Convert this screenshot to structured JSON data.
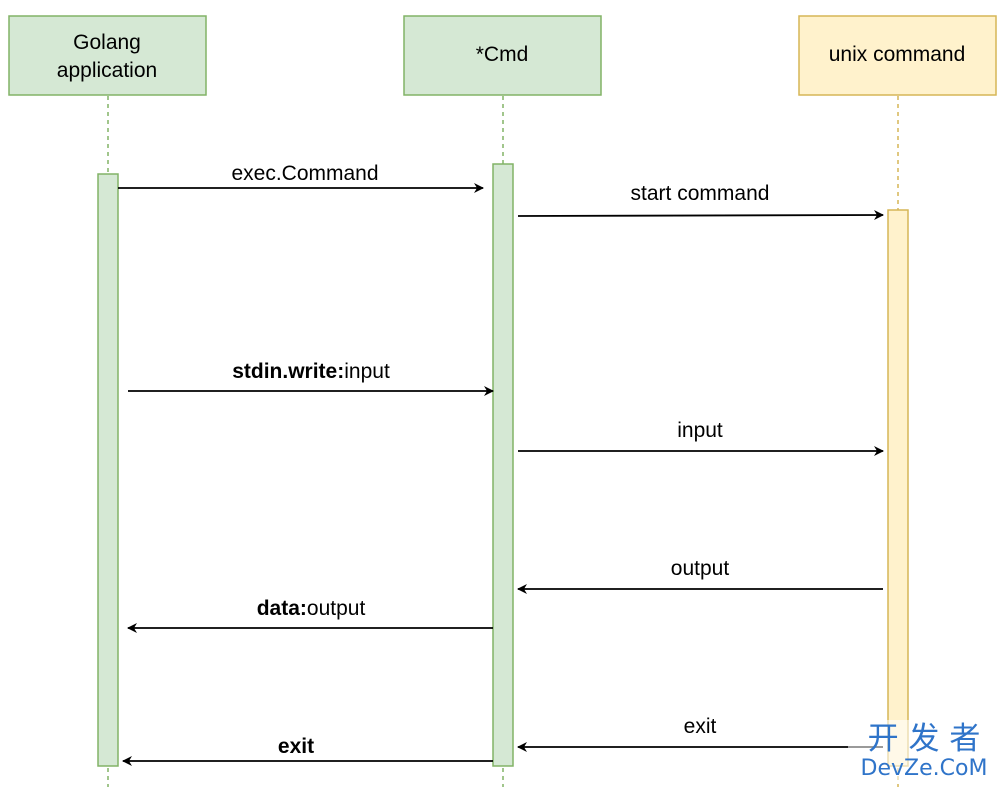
{
  "colors": {
    "green_fill": "#d5e8d4",
    "green_stroke": "#82b366",
    "yellow_fill": "#fff2cc",
    "yellow_stroke": "#d6b656",
    "arrow": "#000000",
    "watermark": "#2f74c9"
  },
  "participants": [
    {
      "id": "golang",
      "lines": [
        "Golang",
        "application"
      ]
    },
    {
      "id": "cmd",
      "lines": [
        "*Cmd"
      ]
    },
    {
      "id": "unix",
      "lines": [
        "unix command"
      ]
    }
  ],
  "messages": [
    {
      "id": "exec-command",
      "bold": "",
      "text": "exec.Command",
      "direction": "right"
    },
    {
      "id": "start-command",
      "bold": "",
      "text": "start command",
      "direction": "right"
    },
    {
      "id": "stdin-write",
      "bold": "stdin.write:",
      "text": "input",
      "direction": "right"
    },
    {
      "id": "input",
      "bold": "",
      "text": "input",
      "direction": "right"
    },
    {
      "id": "output",
      "bold": "",
      "text": "output",
      "direction": "left"
    },
    {
      "id": "data-output",
      "bold": "data:",
      "text": "output",
      "direction": "left"
    },
    {
      "id": "exit-unix",
      "bold": "",
      "text": "exit",
      "direction": "left"
    },
    {
      "id": "exit-golang",
      "bold": "exit",
      "text": "",
      "direction": "left"
    }
  ],
  "watermark": {
    "cn": "开 发 者",
    "en": "DevZe.CoM"
  }
}
